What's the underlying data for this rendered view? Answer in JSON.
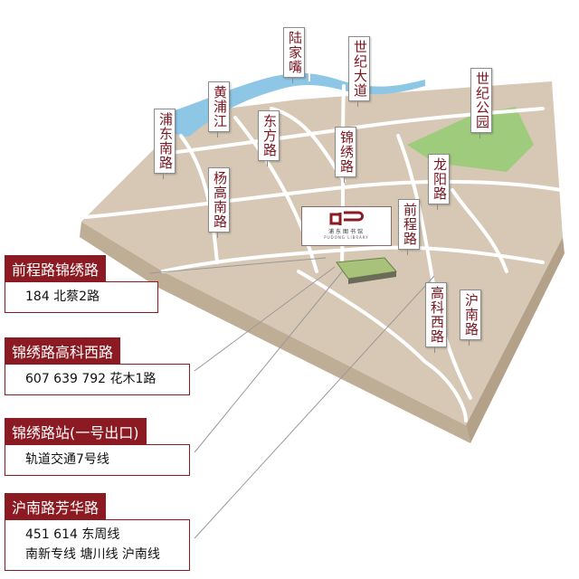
{
  "colors": {
    "land": "#d6c8b4",
    "land_side": "#c6b49c",
    "river": "#8ec6e6",
    "park": "#9fcc7c",
    "road": "#ffffff",
    "accent": "#8b1a22"
  },
  "map_labels": [
    "陆家嘴",
    "世纪大道",
    "黄浦江",
    "东方路",
    "浦东南路",
    "锦绣路",
    "世纪公园",
    "龙阳路",
    "杨高南路",
    "前程路",
    "高科西路",
    "沪南路"
  ],
  "logo": {
    "name": "浦东图书馆",
    "english": "PUDONG LIBRARY"
  },
  "info_boxes": [
    {
      "title": "前程路锦绣路",
      "lines": [
        "184  北蔡2路"
      ]
    },
    {
      "title": "锦绣路高科西路",
      "lines": [
        "607  639  792  花木1路"
      ]
    },
    {
      "title": "锦绣路站(一号出口)",
      "lines": [
        "轨道交通7号线"
      ]
    },
    {
      "title": "沪南路芳华路",
      "lines": [
        "451  614  东周线",
        "南新专线  塘川线  沪南线"
      ]
    }
  ]
}
